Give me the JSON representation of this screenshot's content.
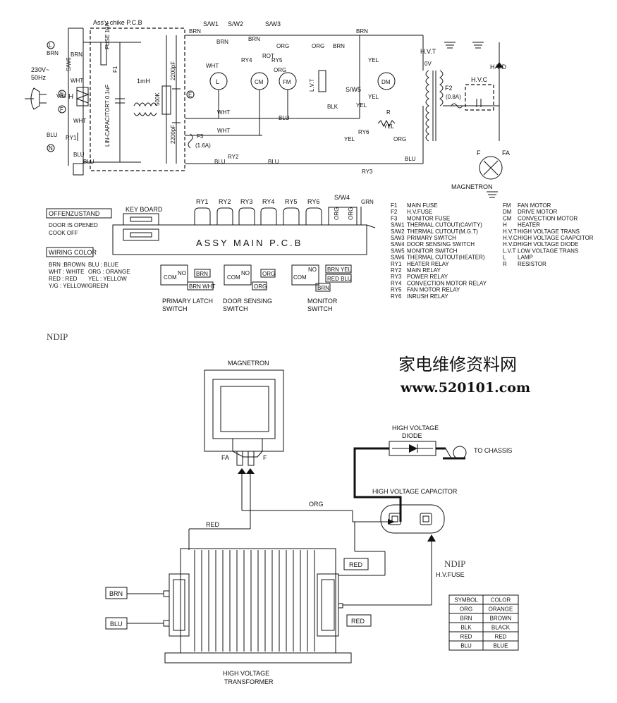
{
  "schematic": {
    "supply": [
      "230V~",
      "50Hz"
    ],
    "terminals": [
      "L",
      "E",
      "F",
      "N",
      "E"
    ],
    "pcb_title": "Ass'y chike P.C.B",
    "labels": {
      "sw1": "S/W1",
      "sw2": "S/W2",
      "sw3": "S/W3",
      "sw5": "S/W5",
      "sw6": "S/W6",
      "f1": "F1",
      "fuse10a": "FUSE 10A",
      "capacitor": "LIN-CAPACITORT 0.1uF",
      "inductor": "1mH",
      "r500k": "500K",
      "c2200a": "2200pF",
      "c2200b": "2200pF",
      "f3": "F3",
      "f3val": "(1.6A)",
      "f2": "F2",
      "f2val": "(0.8A)",
      "hvt": "H.V.T",
      "zero": "0V",
      "hvc": "H.V.C",
      "hvd": "H.V.D",
      "lvt": "L.V.T",
      "ry1": "RY1",
      "ry2": "RY2",
      "ry3": "RY3",
      "ry4": "RY4",
      "ry5": "RY5",
      "ry6": "RY6",
      "r": "R",
      "h": "H",
      "lamp": "L",
      "cm": "CM",
      "fm": "FM",
      "dm": "DM",
      "f": "F",
      "fa": "FA",
      "magnetron": "MAGNETRON"
    },
    "wire_colors": {
      "brn": "BRN",
      "wht": "WHT",
      "blu": "BLU",
      "org": "ORG",
      "yel": "YEL",
      "blk": "BLK",
      "rot": "ROT",
      "vg": "V/G"
    }
  },
  "main_pcb": {
    "relays": [
      "RY1",
      "RY2",
      "RY3",
      "RY4",
      "RY5",
      "RY6"
    ],
    "sw4": "S/W4",
    "grn": "GRN",
    "org": "ORG",
    "keyboard": "KEY BOARD",
    "title": "ASSY MAIN P.C.B"
  },
  "offen": {
    "title": "OFFENZUSTAND",
    "lines": [
      "DOOR IS OPENED",
      "COOK OFF"
    ]
  },
  "wiring_color": {
    "title": "WIRING COLOR",
    "col1": [
      "BRN :BROWN",
      "WHT : WHITE",
      "RED : RED",
      "Y/G : YELLOW/GREEN"
    ],
    "col2": [
      "BLU : BLUE",
      "ORG : ORANGE",
      "YEL : YELLOW"
    ]
  },
  "switches": {
    "com": "COM",
    "no": "NO",
    "primary": {
      "brn": "BRN",
      "brn_wht": "BRN WHT",
      "title": [
        "PRIMARY LATCH",
        "SWITCH"
      ]
    },
    "door": {
      "org1": "ORG",
      "org2": "ORG",
      "title": [
        "DOOR SENSING",
        "SWITCH"
      ]
    },
    "monitor": {
      "row1": "BRN  YEL",
      "row2": "RED  BLU",
      "row3": "BRN",
      "title": [
        "MONITOR",
        "SWITCH"
      ]
    }
  },
  "legend_left": [
    [
      "F1",
      "MAIN FUSE"
    ],
    [
      "F2",
      "H.V.FUSE"
    ],
    [
      "F3",
      "MONITOR FUSE"
    ],
    [
      "S/W1",
      "THERMAL CUTOUT(CAVITY)"
    ],
    [
      "S/W2",
      "THERMAL CUTOUT(M.G.T)"
    ],
    [
      "S/W3",
      "PRIMARY SWITCH"
    ],
    [
      "S/W4",
      "DOOR SENSING SWITCH"
    ],
    [
      "S/W5",
      "MONITOR SWITCH"
    ],
    [
      "S/W6",
      "THERMAL CUTOUT(HEATER)"
    ],
    [
      "RY1",
      "HEATER RELAY"
    ],
    [
      "RY2",
      "MAIN RELAY"
    ],
    [
      "RY3",
      "POWER RELAY"
    ],
    [
      "RY4",
      "CONVECTION MOTOR RELAY"
    ],
    [
      "RY5",
      "FAN MOTOR RELAY"
    ],
    [
      "RY6",
      "INRUSH RELAY"
    ]
  ],
  "legend_right": [
    [
      "FM",
      "FAN MOTOR"
    ],
    [
      "DM",
      "DRIVE MOTOR"
    ],
    [
      "CM",
      "CONVECTION MOTOR"
    ],
    [
      "H",
      "HEATER"
    ],
    [
      "H.V.T",
      "HIGH VOLTAGE TRANS"
    ],
    [
      "H.V.C",
      "HIGH VOLTAGE CAAPCITOR"
    ],
    [
      "H.V.D",
      "HIGH VOLTAGE DIODE"
    ],
    [
      "L.V.T",
      "LOW VOLTAGE TRANS"
    ],
    [
      "L",
      "LAMP"
    ],
    [
      "R",
      "RESISTOR"
    ]
  ],
  "ndip": "NDIP",
  "watermark": {
    "cn": "家电维修资料网",
    "url": "www.520101.com"
  },
  "hv": {
    "magnetron": "MAGNETRON",
    "fa": "FA",
    "f": "F",
    "diode": [
      "HIGH VOLTAGE",
      "DIODE"
    ],
    "to_chassis": "TO CHASSIS",
    "capacitor": "HIGH VOLTAGE CAPACITOR",
    "org": "ORG",
    "red": "RED",
    "red_box1": "RED",
    "red_box2": "RED",
    "ndip": "NDIP",
    "hvfuse": "H.V.FUSE",
    "brn": "BRN",
    "blu": "BLU",
    "transformer": [
      "HIGH VOLTAGE",
      "TRANSFORMER"
    ]
  },
  "color_table": {
    "header": [
      "SYMBOL",
      "COLOR"
    ],
    "rows": [
      [
        "ORG",
        "ORANGE"
      ],
      [
        "BRN",
        "BROWN"
      ],
      [
        "BLK",
        "BLACK"
      ],
      [
        "RED",
        "RED"
      ],
      [
        "BLU",
        "BLUE"
      ]
    ]
  }
}
